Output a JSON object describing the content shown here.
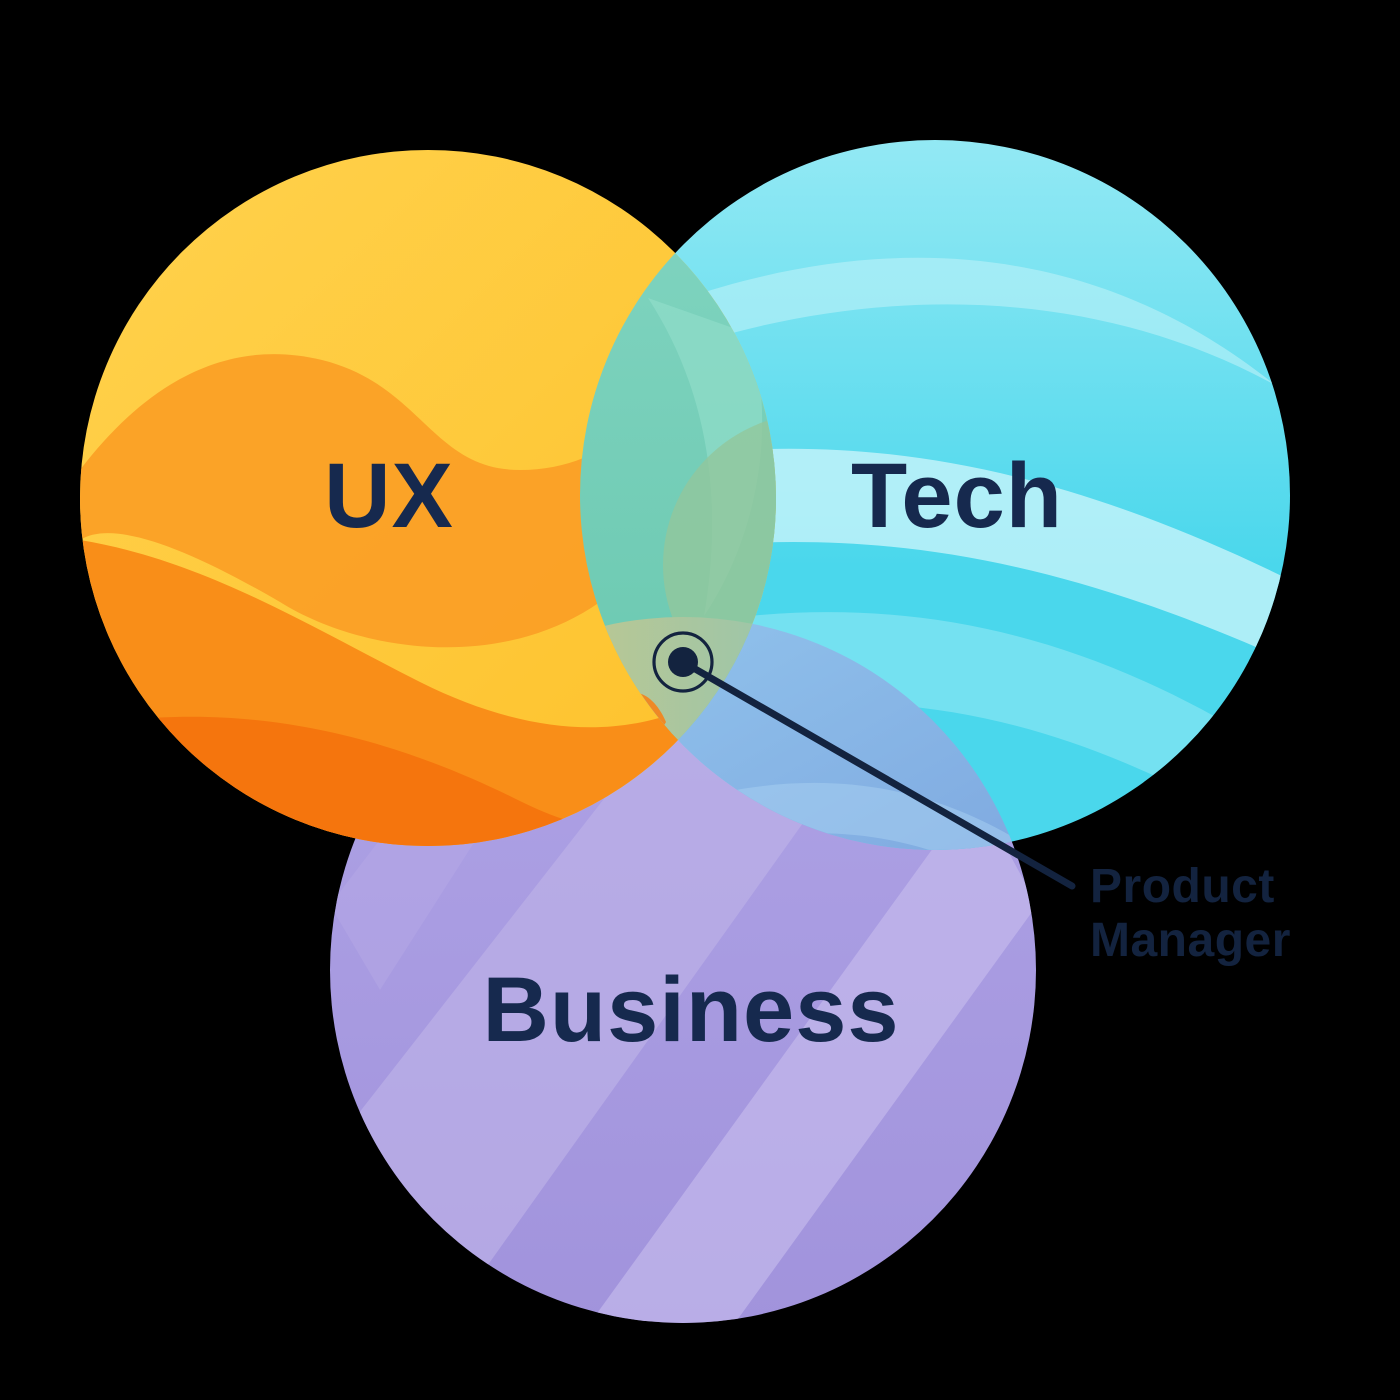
{
  "venn": {
    "background": "#000000",
    "label_color": "#16294E",
    "sets": [
      {
        "label": "UX",
        "base_top": "#FFD24D",
        "base_bottom": "#FEC12A",
        "highlight": "#FFDE78",
        "highlight_soft": "#FFE9A3",
        "wave_mid": "#FBA026",
        "wave_low": "#F98E18",
        "wave_deep": "#F5750D"
      },
      {
        "label": "Tech",
        "base_top": "#93E9F4",
        "base_bottom": "#4AD7EC",
        "swoosh_top": "#BDF1F9",
        "swoosh_bright": "#CFF5FB",
        "swoosh_mid": "#86E6F3"
      },
      {
        "label": "Business",
        "base_top": "#AFA3E6",
        "base_bottom": "#A193DC",
        "band1": "#BCB0E7",
        "band2": "#C6BBED",
        "band3": "#B5A8E5"
      }
    ],
    "overlaps": {
      "ux_tech": {
        "top": "#82D5C1",
        "bottom": "#6AC8B0",
        "leaf": "#90DDC9",
        "blob": "#92C79C"
      },
      "tech_business": {
        "start": "#92C5ED",
        "end": "#7FA9E0",
        "band": "#A6CEF1"
      },
      "center": {
        "left": "#B7C795",
        "right": "#9EC6A8",
        "accent": "#F5821A"
      }
    },
    "annotation": {
      "color": "#13233F",
      "label": "Product Manager",
      "line1": "Product",
      "line2": "Manager"
    }
  }
}
